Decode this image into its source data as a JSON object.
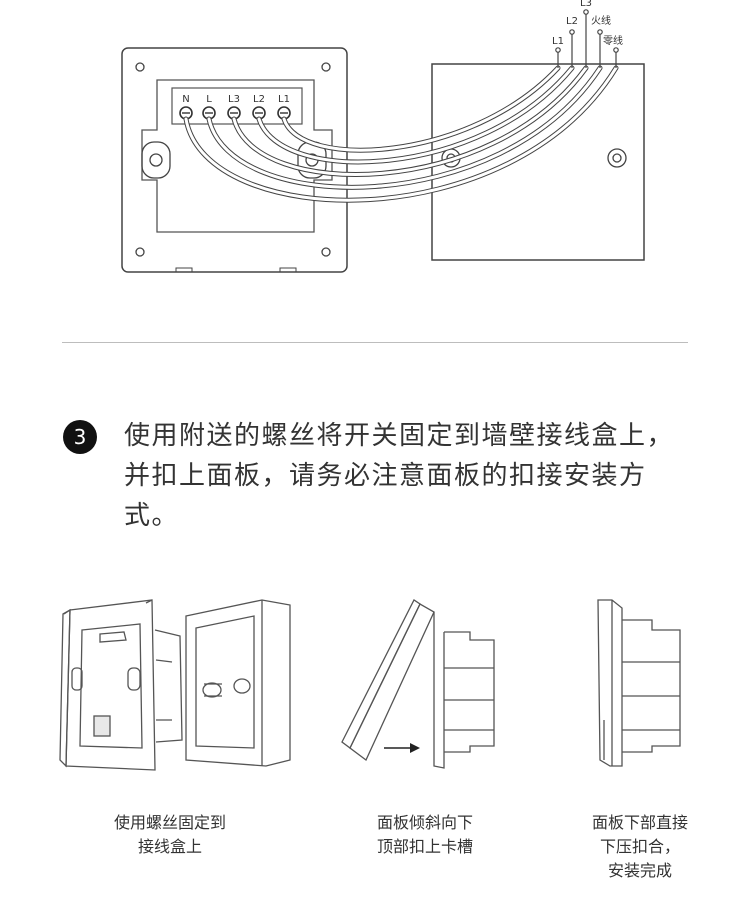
{
  "wiring": {
    "terminals": [
      "N",
      "L",
      "L3",
      "L2",
      "L1"
    ],
    "wire_labels": {
      "l3": "L3",
      "l2": "L2",
      "live": "火线",
      "l1": "L1",
      "neutral": "零线"
    }
  },
  "step": {
    "number": "3",
    "text": "使用附送的螺丝将开关固定到墙壁接线盒上，并扣上面板，请务必注意面板的扣接安装方式。"
  },
  "captions": [
    {
      "line1": "使用螺丝固定到",
      "line2": "接线盒上"
    },
    {
      "line1": "面板倾斜向下",
      "line2": "顶部扣上卡槽"
    },
    {
      "line1": "面板下部直接",
      "line2": "下压扣合，",
      "line3": "安装完成"
    }
  ]
}
